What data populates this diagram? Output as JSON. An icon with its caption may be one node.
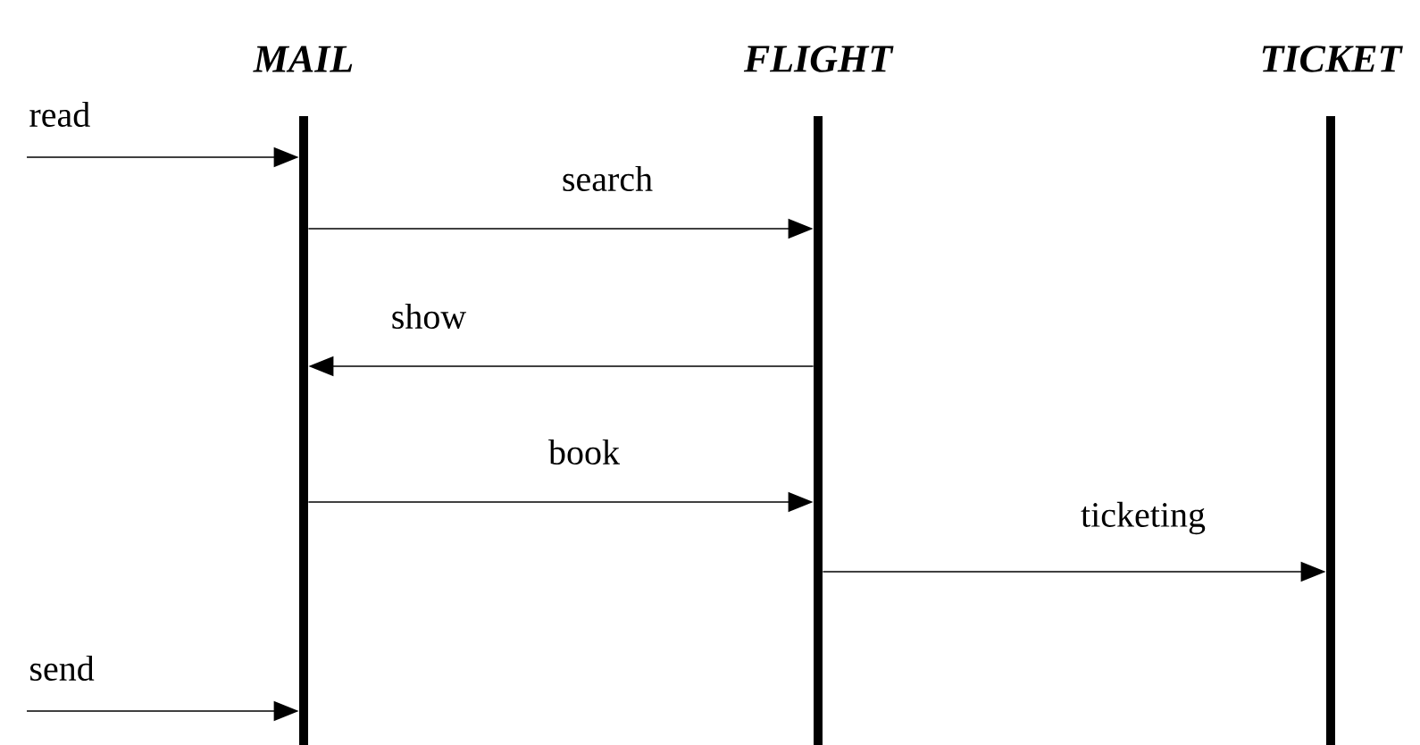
{
  "diagram": {
    "nodes": [
      {
        "text": [
          "MAIL"
        ]
      },
      {
        "text": [
          "FLIGHT"
        ]
      },
      {
        "text": [
          "TICKET"
        ]
      }
    ],
    "edges": [
      {
        "from": null,
        "to": 0,
        "arrow": "to",
        "label": "read"
      },
      {
        "from": 0,
        "to": 1,
        "arrow": "to",
        "label": "search"
      },
      {
        "from": 1,
        "to": 0,
        "arrow": "to",
        "label": "show"
      },
      {
        "from": 0,
        "to": 1,
        "arrow": "to",
        "label": "book"
      },
      {
        "from": 1,
        "to": 2,
        "arrow": "to",
        "label": "ticketing"
      },
      {
        "from": null,
        "to": 0,
        "arrow": "to",
        "label": "send"
      }
    ]
  }
}
